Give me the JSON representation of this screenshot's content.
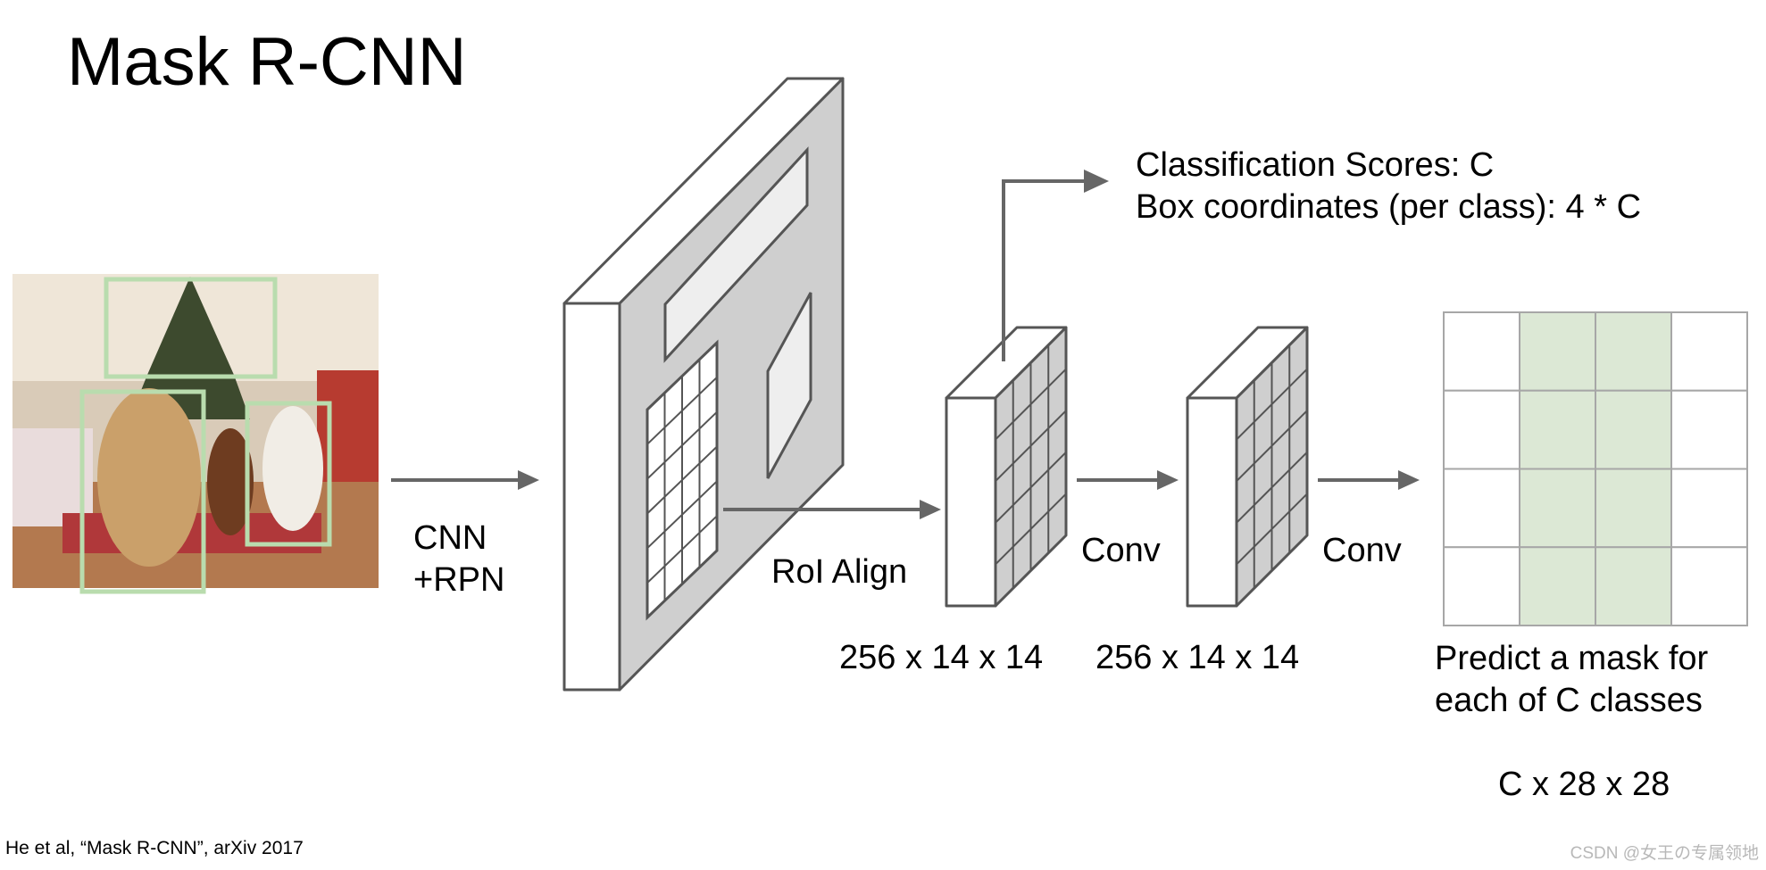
{
  "title": "Mask R-CNN",
  "labels": {
    "cnn_rpn_line1": "CNN",
    "cnn_rpn_line2": "+RPN",
    "roi_align": "RoI Align",
    "conv1": "Conv",
    "conv2": "Conv",
    "dim1": "256 x 14 x 14",
    "dim2": "256 x 14 x 14",
    "scores_line1": "Classification Scores: C",
    "scores_line2": "Box coordinates (per class): 4 * C",
    "mask_line1": "Predict a mask for",
    "mask_line2": "each of C classes",
    "mask_dim": "C x 28 x 28"
  },
  "citation": "He et al, “Mask R-CNN”, arXiv 2017",
  "watermark": "CSDN @女王の专属领地",
  "colors": {
    "arrow": "#666666",
    "bbox": "#b9dcae",
    "mask_highlight": "#dce8d5",
    "feature_side": "#cfcfcf"
  },
  "mask_grid": {
    "rows": 4,
    "cols": 4,
    "highlighted_cols": [
      1,
      2
    ]
  }
}
